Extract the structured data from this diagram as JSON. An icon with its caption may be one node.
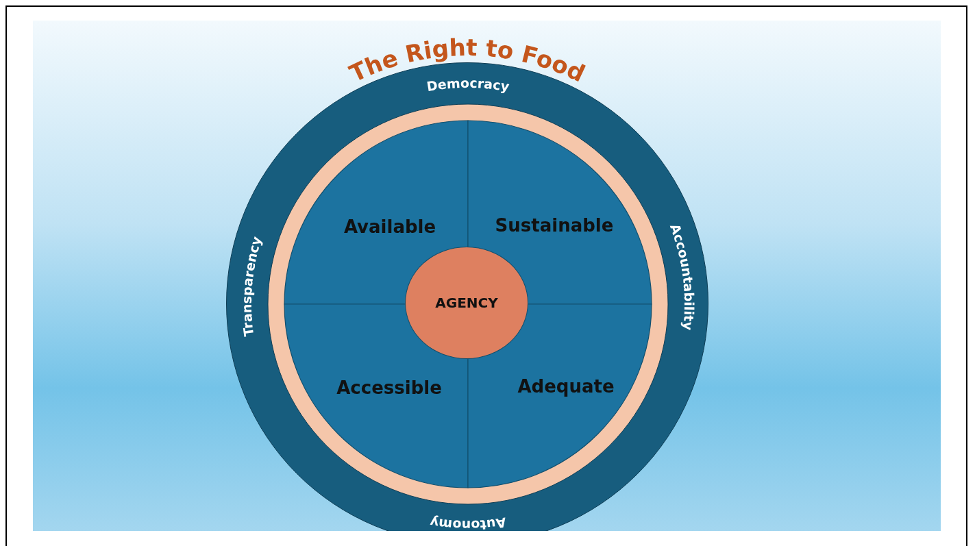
{
  "diagram": {
    "title": "The Right to Food",
    "nodes": [
      {
        "text": [
          "Democracy",
          "Accountability",
          "Autonomy",
          "Transparency"
        ]
      },
      {
        "text": [
          "Available"
        ],
        "in": 0
      },
      {
        "text": [
          "Sustainable"
        ],
        "in": 0
      },
      {
        "text": [
          "Accessible"
        ],
        "in": 0
      },
      {
        "text": [
          "Adequate"
        ],
        "in": 0
      },
      {
        "text": [
          "AGENCY"
        ],
        "in": 0
      }
    ],
    "edges": []
  }
}
